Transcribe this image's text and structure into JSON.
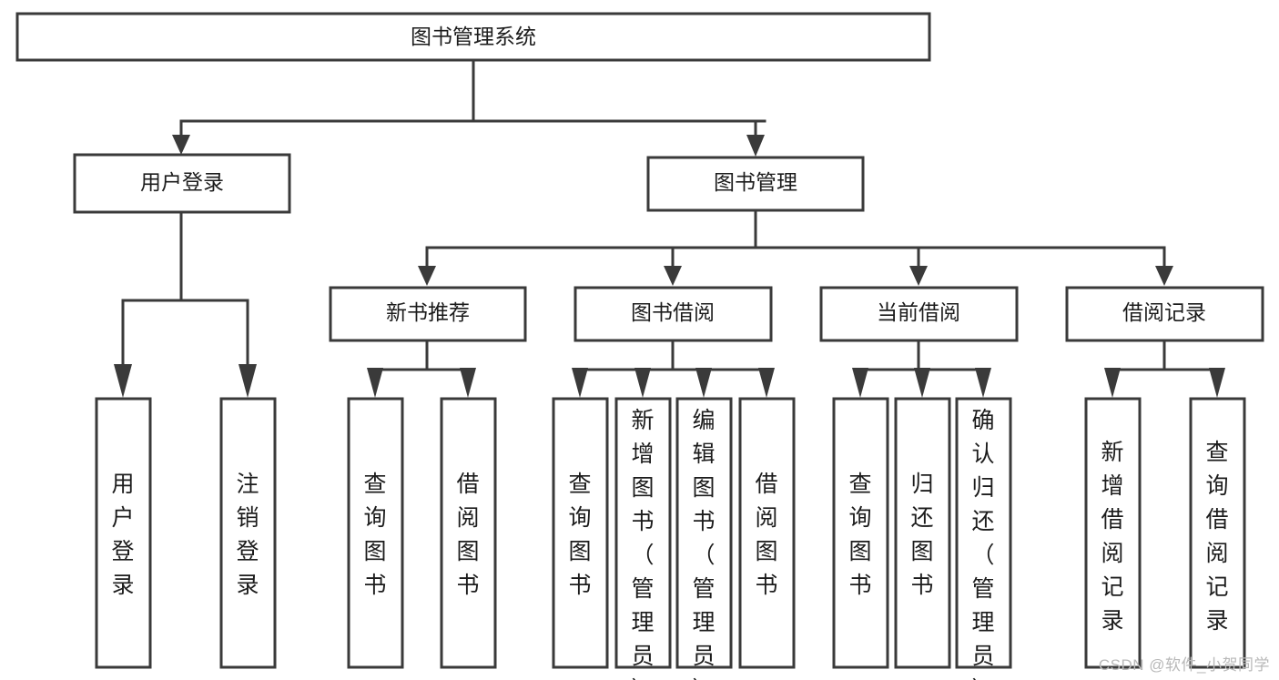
{
  "diagram": {
    "title": "图书管理系统",
    "type": "tree",
    "watermark": "CSDN @软件_小贺同学",
    "colors": {
      "background": "#ffffff",
      "stroke": "#3a3a3a",
      "text": "#1c1c1c",
      "watermark": "#b9b9b9"
    },
    "nodes": {
      "root": {
        "label": "图书管理系统",
        "orientation": "horizontal"
      },
      "level2": [
        {
          "id": "user-login",
          "label": "用户登录",
          "orientation": "horizontal"
        },
        {
          "id": "book-management",
          "label": "图书管理",
          "orientation": "horizontal"
        }
      ],
      "level3": [
        {
          "id": "new-book-recommend",
          "label": "新书推荐",
          "orientation": "horizontal"
        },
        {
          "id": "book-borrow",
          "label": "图书借阅",
          "orientation": "horizontal"
        },
        {
          "id": "current-borrow",
          "label": "当前借阅",
          "orientation": "horizontal"
        },
        {
          "id": "borrow-record",
          "label": "借阅记录",
          "orientation": "horizontal"
        }
      ],
      "leaves": [
        {
          "id": "leaf-user-login",
          "parent": "user-login",
          "label": "用户登录",
          "orientation": "vertical"
        },
        {
          "id": "leaf-logout-login",
          "parent": "user-login",
          "label": "注销登录",
          "orientation": "vertical"
        },
        {
          "id": "leaf-query-book-1",
          "parent": "new-book-recommend",
          "label": "查询图书",
          "orientation": "vertical"
        },
        {
          "id": "leaf-borrow-book-1",
          "parent": "new-book-recommend",
          "label": "借阅图书",
          "orientation": "vertical"
        },
        {
          "id": "leaf-query-book-2",
          "parent": "book-borrow",
          "label": "查询图书",
          "orientation": "vertical"
        },
        {
          "id": "leaf-add-book",
          "parent": "book-borrow",
          "label": "新增图书（管理员）",
          "orientation": "vertical"
        },
        {
          "id": "leaf-edit-book",
          "parent": "book-borrow",
          "label": "编辑图书（管理员）",
          "orientation": "vertical"
        },
        {
          "id": "leaf-borrow-book-2",
          "parent": "book-borrow",
          "label": "借阅图书",
          "orientation": "vertical"
        },
        {
          "id": "leaf-query-book-3",
          "parent": "current-borrow",
          "label": "查询图书",
          "orientation": "vertical"
        },
        {
          "id": "leaf-return-book",
          "parent": "current-borrow",
          "label": "归还图书",
          "orientation": "vertical"
        },
        {
          "id": "leaf-confirm-return",
          "parent": "current-borrow",
          "label": "确认归还（管理员）",
          "orientation": "vertical"
        },
        {
          "id": "leaf-add-record",
          "parent": "borrow-record",
          "label": "新增借阅记录",
          "orientation": "vertical"
        },
        {
          "id": "leaf-query-record",
          "parent": "borrow-record",
          "label": "查询借阅记录",
          "orientation": "vertical"
        }
      ]
    }
  }
}
